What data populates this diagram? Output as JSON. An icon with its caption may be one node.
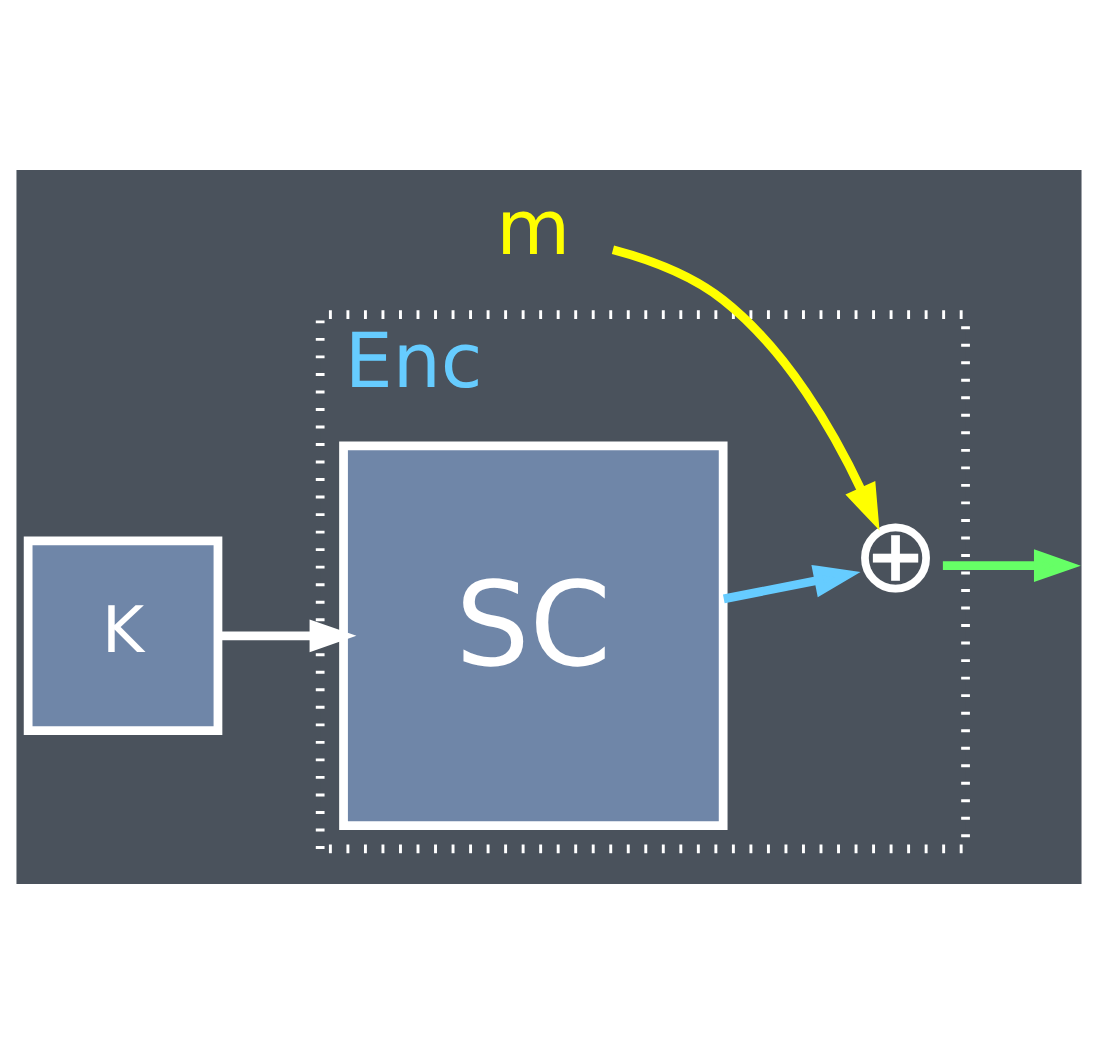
{
  "diagram": {
    "nodes": [
      {
        "text": [
          "m"
        ]
      },
      {
        "text": [
          "Enc"
        ]
      },
      {
        "text": [
          "K"
        ]
      },
      {
        "text": [
          "SC"
        ],
        "in": 1
      },
      {
        "text": [
          "⊕"
        ],
        "in": 1
      }
    ],
    "edges": [
      {
        "from": 0,
        "to": 4,
        "arrow": "to",
        "color": "#ffff00"
      },
      {
        "from": 2,
        "to": 3,
        "arrow": "to",
        "color": "#ffffff"
      },
      {
        "from": 3,
        "to": 4,
        "arrow": "to",
        "color": "#66ccff"
      },
      {
        "from": 4,
        "to": null,
        "arrow": "to",
        "color": "#66ff66"
      }
    ]
  }
}
